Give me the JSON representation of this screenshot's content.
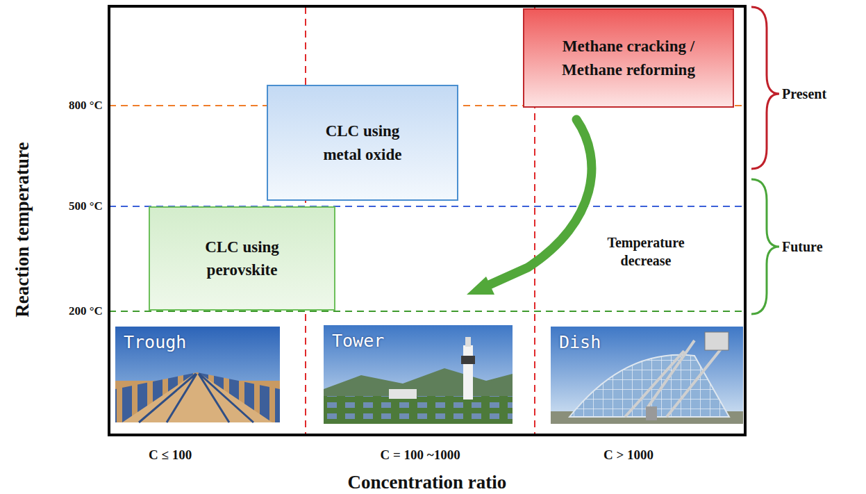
{
  "diagram": {
    "nodes": [
      {
        "text": [
          "Methane cracking / Methane reforming"
        ]
      },
      {
        "text": [
          "CLC using metal oxide"
        ]
      },
      {
        "text": [
          "CLC using perovskite"
        ]
      },
      {
        "text": [
          "Trough"
        ]
      },
      {
        "text": [
          "Tower"
        ]
      },
      {
        "text": [
          "Dish"
        ]
      }
    ],
    "labels": [
      "Reaction temperature",
      "800 °C",
      "500 °C",
      "200 °C",
      "C ≤ 100",
      "C = 100 ~1000",
      "C > 1000",
      "Concentration ratio",
      "Temperature decrease",
      "Present",
      "Future"
    ]
  }
}
